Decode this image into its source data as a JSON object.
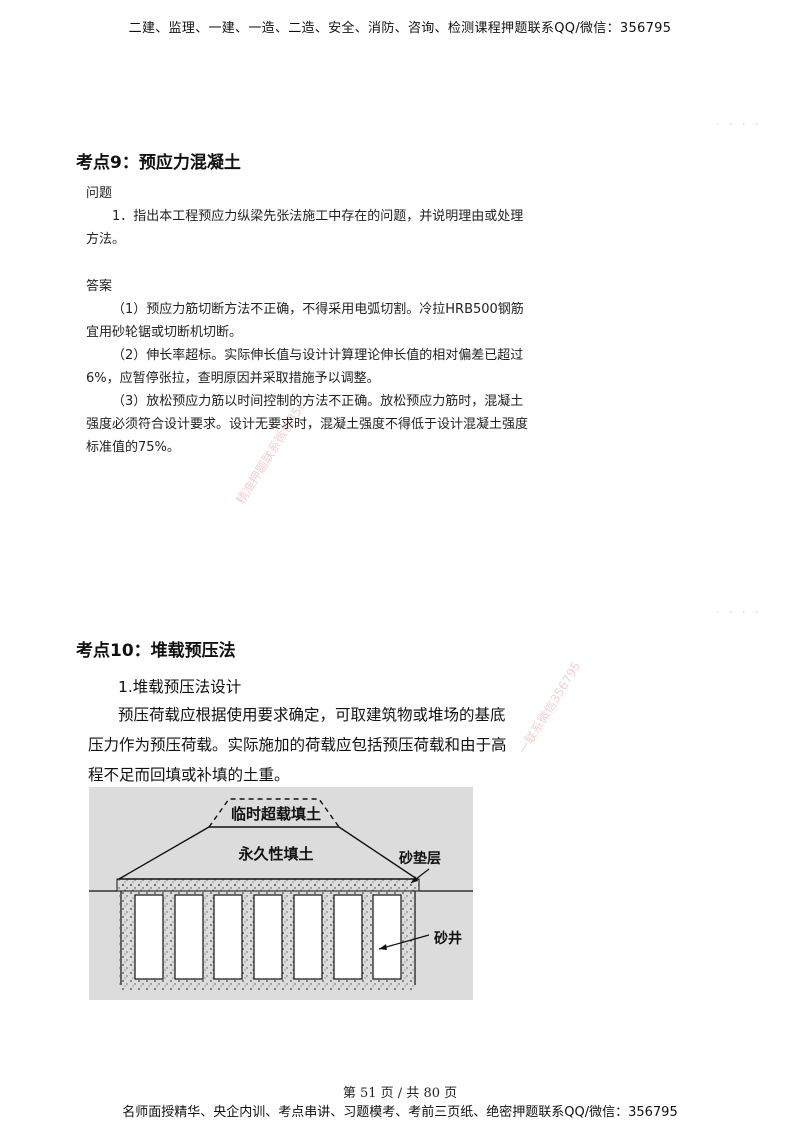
{
  "header": {
    "text": "二建、监理、一建、一造、二造、安全、消防、咨询、检测课程押题联系QQ/微信：356795"
  },
  "section9": {
    "title": "考点9：预应力混凝土",
    "question_label": "问题",
    "question_text": "1．指出本工程预应力纵梁先张法施工中存在的问题，并说明理由或处理方法。",
    "answer_label": "答案",
    "answers": [
      "（1）预应力筋切断方法不正确，不得采用电弧切割。冷拉HRB500钢筋宜用砂轮锯或切断机切断。",
      "（2）伸长率超标。实际伸长值与设计计算理论伸长值的相对偏差已超过6%，应暂停张拉，查明原因并采取措施予以调整。",
      "（3）放松预应力筋以时间控制的方法不正确。放松预应力筋时，混凝土强度必须符合设计要求。设计无要求时，混凝土强度不得低于设计混凝土强度标准值的75%。"
    ]
  },
  "section10": {
    "title": "考点10：堆载预压法",
    "subtitle": "1.堆载预压法设计",
    "paragraph": "预压荷载应根据使用要求确定，可取建筑物或堆场的基底压力作为预压荷载。实际施加的荷载应包括预压荷载和由于高程不足而回填或补填的土重。"
  },
  "diagram": {
    "label_temp_fill": "临时超载填土",
    "label_perm_fill": "永久性填土",
    "label_sand_cushion": "砂垫层",
    "label_sand_well": "砂井"
  },
  "watermarks": {
    "wm1": "精准押题联系微信356",
    "wm2": "一联系微信356795"
  },
  "footer": {
    "page": "第 51 页 / 共 80 页",
    "text": "名师面授精华、央企内训、考点串讲、习题模考、考前三页纸、绝密押题联系QQ/微信：356795"
  }
}
